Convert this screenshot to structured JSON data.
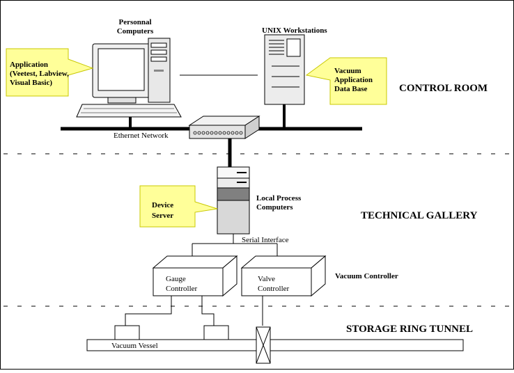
{
  "nodes": {
    "personal_computers": "Personnal\nComputers",
    "unix_workstations": "UNIX Workstations",
    "application_note": "Application\n(Veetest, Labview,\nVisual Basic)",
    "vacuum_db_note": "Vacuum\nApplication\nData Base",
    "ethernet_network": "Ethernet Network",
    "device_server_note": "Device\nServer",
    "local_process": "Local Process\nComputers",
    "serial_interface": "Serial Interface",
    "gauge_controller": "Gauge\nController",
    "valve_controller": "Valve\nController",
    "vacuum_controller": "Vacuum Controller",
    "vacuum_vessel": "Vacuum Vessel"
  },
  "zones": {
    "control_room": "CONTROL ROOM",
    "technical_gallery": "TECHNICAL GALLERY",
    "storage_ring_tunnel": "STORAGE RING TUNNEL"
  },
  "colors": {
    "note_fill": "#ffff99",
    "note_stroke": "#c8c800",
    "server_dark": "#808080",
    "server_light": "#d8d8d8",
    "bus": "#000000"
  }
}
